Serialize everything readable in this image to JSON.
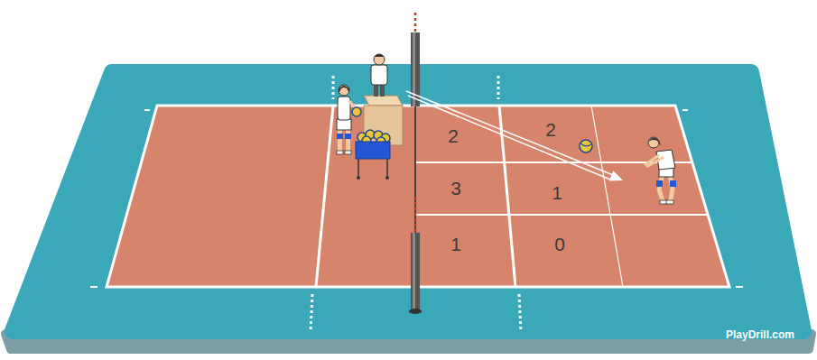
{
  "diagram": {
    "labels": [
      "2",
      "2",
      "3",
      "1",
      "1",
      "0",
      "PlayDrill.com"
    ]
  }
}
